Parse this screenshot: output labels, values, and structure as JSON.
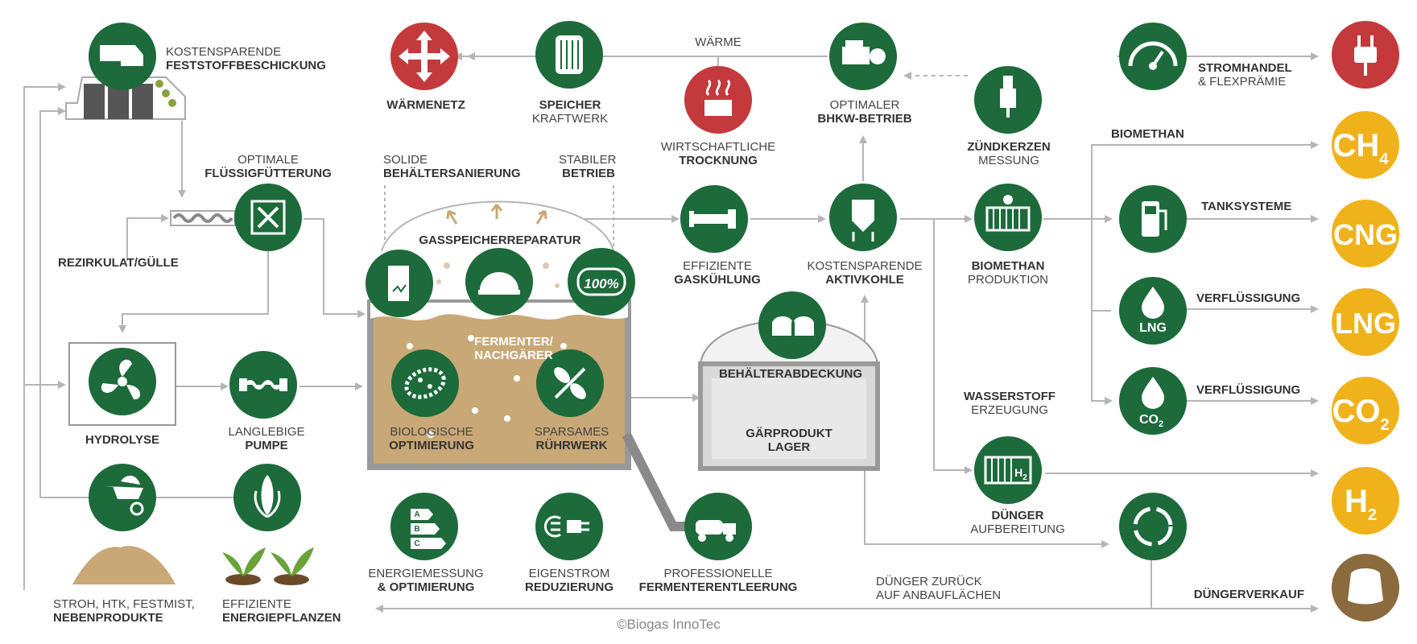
{
  "colors": {
    "green": "#1d6a3a",
    "red": "#c3393c",
    "yellow": "#f0b21a",
    "brown": "#8b6a3e",
    "soil": "#c9a877",
    "tank": "#9a9a9a",
    "line": "#b5b5b5"
  },
  "labels": {
    "feststoff": {
      "top": "KOSTENSPARENDE",
      "bottom": "FESTSTOFFBESCHICKUNG"
    },
    "fluessig": {
      "top": "OPTIMALE",
      "bottom": "FLÜSSIGFÜTTERUNG"
    },
    "rezirkulat": "REZIRKULAT/GÜLLE",
    "hydrolyse": "HYDROLYSE",
    "pumpe": {
      "top": "LANGLEBIGE",
      "bottom": "PUMPE"
    },
    "stroh": {
      "top": "STROH, HTK, FESTMIST,",
      "bottom": "NEBENPRODUKTE"
    },
    "energiepflanzen": {
      "top": "EFFIZIENTE",
      "bottom": "ENERGIEPFLANZEN"
    },
    "waermenetz": "WÄRMENETZ",
    "speicher": {
      "top": "SPEICHER",
      "bottom": "KRAFTWERK"
    },
    "waerme": "WÄRME",
    "trocknung": {
      "top": "WIRTSCHAFTLICHE",
      "bottom": "TROCKNUNG"
    },
    "bhkw": {
      "top": "OPTIMALER",
      "bottom": "BHKW-BETRIEB"
    },
    "zuendkerzen": {
      "top": "ZÜNDKERZEN",
      "bottom": "MESSUNG"
    },
    "stromhandel": {
      "top": "STROMHANDEL",
      "bottom": "& FLEXPRÄMIE"
    },
    "solide": {
      "top": "SOLIDE",
      "bottom": "BEHÄLTERSANIERUNG"
    },
    "stabiler": {
      "top": "STABILER",
      "bottom": "BETRIEB"
    },
    "gasspeicher": "GASSPEICHERREPARATUR",
    "fermenter": {
      "top": "FERMENTER/",
      "bottom": "NACHGÄRER"
    },
    "biologische": {
      "top": "BIOLOGISCHE",
      "bottom": "OPTIMIERUNG"
    },
    "ruehrwerk": {
      "top": "SPARSAMES",
      "bottom": "RÜHRWERK"
    },
    "gaskuehlung": {
      "top": "EFFIZIENTE",
      "bottom": "GASKÜHLUNG"
    },
    "aktivkohle": {
      "top": "KOSTENSPARENDE",
      "bottom": "AKTIVKOHLE"
    },
    "biomethan_prod": {
      "top": "BIOMETHAN",
      "bottom": "PRODUKTION"
    },
    "biomethan": "BIOMETHAN",
    "tanksysteme": "TANKSYSTEME",
    "verfluessigung1": "VERFLÜSSIGUNG",
    "verfluessigung2": "VERFLÜSSIGUNG",
    "wasserstoff": {
      "top": "WASSERSTOFF",
      "bottom": "ERZEUGUNG"
    },
    "behaelterabdeckung": "BEHÄLTERABDECKUNG",
    "gaerprodukt": {
      "top": "GÄRPRODUKT",
      "bottom": "LAGER"
    },
    "energiemessung": {
      "top": "ENERGIEMESSUNG",
      "bottom": "& OPTIMIERUNG"
    },
    "eigenstrom": {
      "top": "EIGENSTROM",
      "bottom": "REDUZIERUNG"
    },
    "fermenterentleerung": {
      "top": "PROFESSIONELLE",
      "bottom": "FERMENTERENTLEERUNG"
    },
    "duenger": {
      "top": "DÜNGER",
      "bottom": "AUFBEREITUNG"
    },
    "duenger_zurueck": {
      "top": "DÜNGER ZURÜCK",
      "bottom": "AUF ANBAUFLÄCHEN"
    },
    "duengerverkauf": "DÜNGERVERKAUF",
    "copyright": "©Biogas InnoTec"
  },
  "products": {
    "ch4": "CH",
    "ch4_sub": "4",
    "cng": "CNG",
    "lng": "LNG",
    "co2": "CO",
    "co2_sub": "2",
    "h2": "H",
    "h2_sub": "2"
  },
  "icon_text": {
    "percent": "100%",
    "lng": "LNG",
    "co2": "CO",
    "co2_sub": "2",
    "h2": "H",
    "h2_sub": "2",
    "abc_a": "A",
    "abc_b": "B",
    "abc_c": "C"
  }
}
